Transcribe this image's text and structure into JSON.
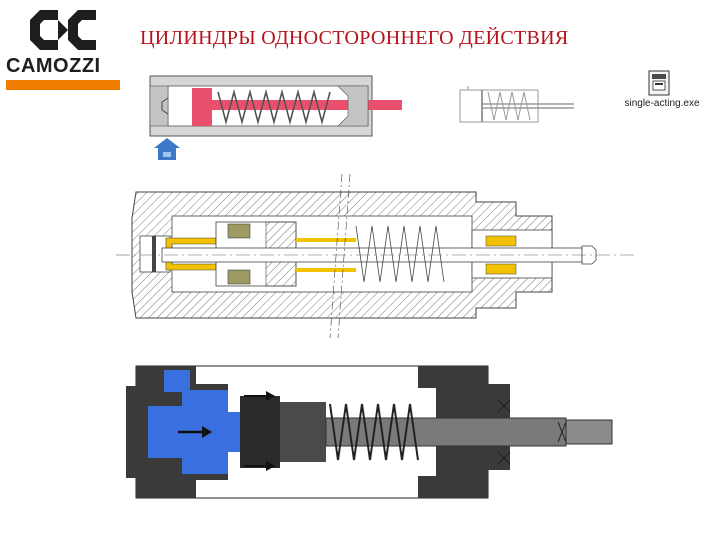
{
  "header": {
    "logo_text": "CAMOZZI",
    "title": "ЦИЛИНДРЫ ОДНОСТОРОННЕГО ДЕЙСТВИЯ"
  },
  "colors": {
    "brand_dark": "#1e1e1e",
    "brand_orange": "#ef7d00",
    "title_red": "#b5121b",
    "piston_pink": "#e8506e",
    "seal_yellow": "#f2c200",
    "pressure_blue": "#3a6fe0"
  },
  "attachment": {
    "icon": "executable-file-icon",
    "label": "single-acting.exe"
  },
  "icons": {
    "home": "home-arrow-icon"
  }
}
